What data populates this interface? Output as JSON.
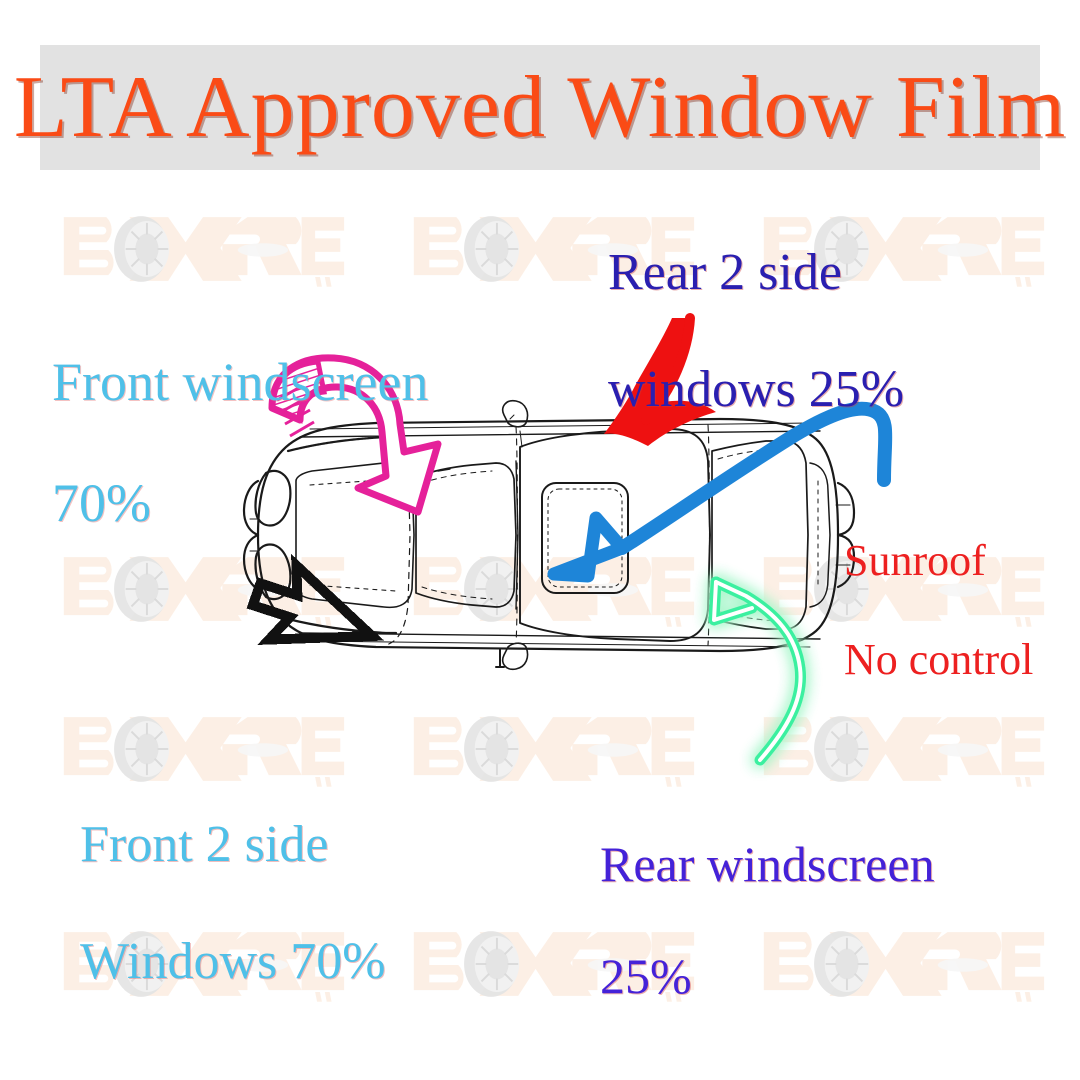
{
  "banner": {
    "title": "LTA Approved Window Film",
    "background_color": "#e2e2e2",
    "title_color": "#FA4B16"
  },
  "watermark": {
    "text": "BOXER",
    "sub_text": "MM",
    "color": "#FBE3D0",
    "tire_color": "#D9D9D9",
    "rows": 4,
    "columns": 3
  },
  "labels": {
    "front_windscreen": {
      "text": "Front windscreen 70%",
      "line1": "Front windscreen",
      "line2": "70%",
      "color": "#4FC0E8",
      "percent": "70%"
    },
    "rear_2_side_windows": {
      "text": "Rear 2 side windows 25%",
      "line1": "Rear 2 side",
      "line2": "windows 25%",
      "color": "#2A1FB0",
      "percent": "25%"
    },
    "sunroof": {
      "text": "Sunroof No control",
      "line1": "Sunroof",
      "line2": "No control",
      "color": "#ED2020",
      "percent": "No control"
    },
    "front_2_side_windows": {
      "text": "Front 2 side Windows 70%",
      "line1": "Front 2 side",
      "line2": "Windows 70%",
      "color": "#4FC0E8",
      "percent": "70%"
    },
    "rear_windscreen": {
      "text": "Rear windscreen 25%",
      "line1": "Rear windscreen",
      "line2": "25%",
      "color": "#4422D8",
      "percent": "25%"
    }
  },
  "arrows": {
    "magenta": {
      "name": "magenta-curved-hatched-arrow",
      "color": "#E5219A",
      "points_to": "front-windscreen"
    },
    "red": {
      "name": "red-brush-arrow",
      "color": "#EE1111",
      "points_to": "rear-side-window"
    },
    "blue": {
      "name": "blue-hooked-arrow",
      "color": "#1E85D8",
      "points_to": "sunroof"
    },
    "green": {
      "name": "green-neon-arrow",
      "color": "#3BF0A0",
      "points_to": "rear-windscreen"
    },
    "cursor": {
      "name": "black-pixel-cursor-arrow",
      "color": "#111111",
      "points_to": "front-side-window"
    }
  },
  "illustration": {
    "name": "car-top-view-line-drawing",
    "description": "Top view technical line drawing of a sedan with sunroof"
  }
}
